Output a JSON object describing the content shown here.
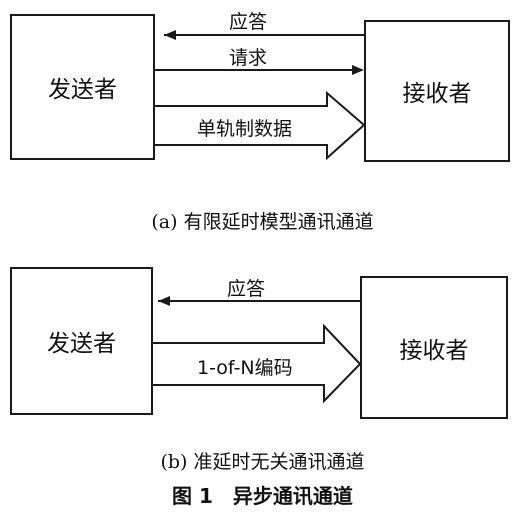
{
  "diagram_a": {
    "sender": "发送者",
    "receiver": "接收者",
    "ack_label": "应答",
    "req_label": "请求",
    "data_label": "单轨制数据",
    "caption": "(a) 有限延时模型通讯通道"
  },
  "diagram_b": {
    "sender": "发送者",
    "receiver": "接收者",
    "ack_label": "应答",
    "data_label": "1-of-N编码",
    "caption": "(b) 准延时无关通讯通道"
  },
  "figure_title": "图 1　异步通讯通道"
}
